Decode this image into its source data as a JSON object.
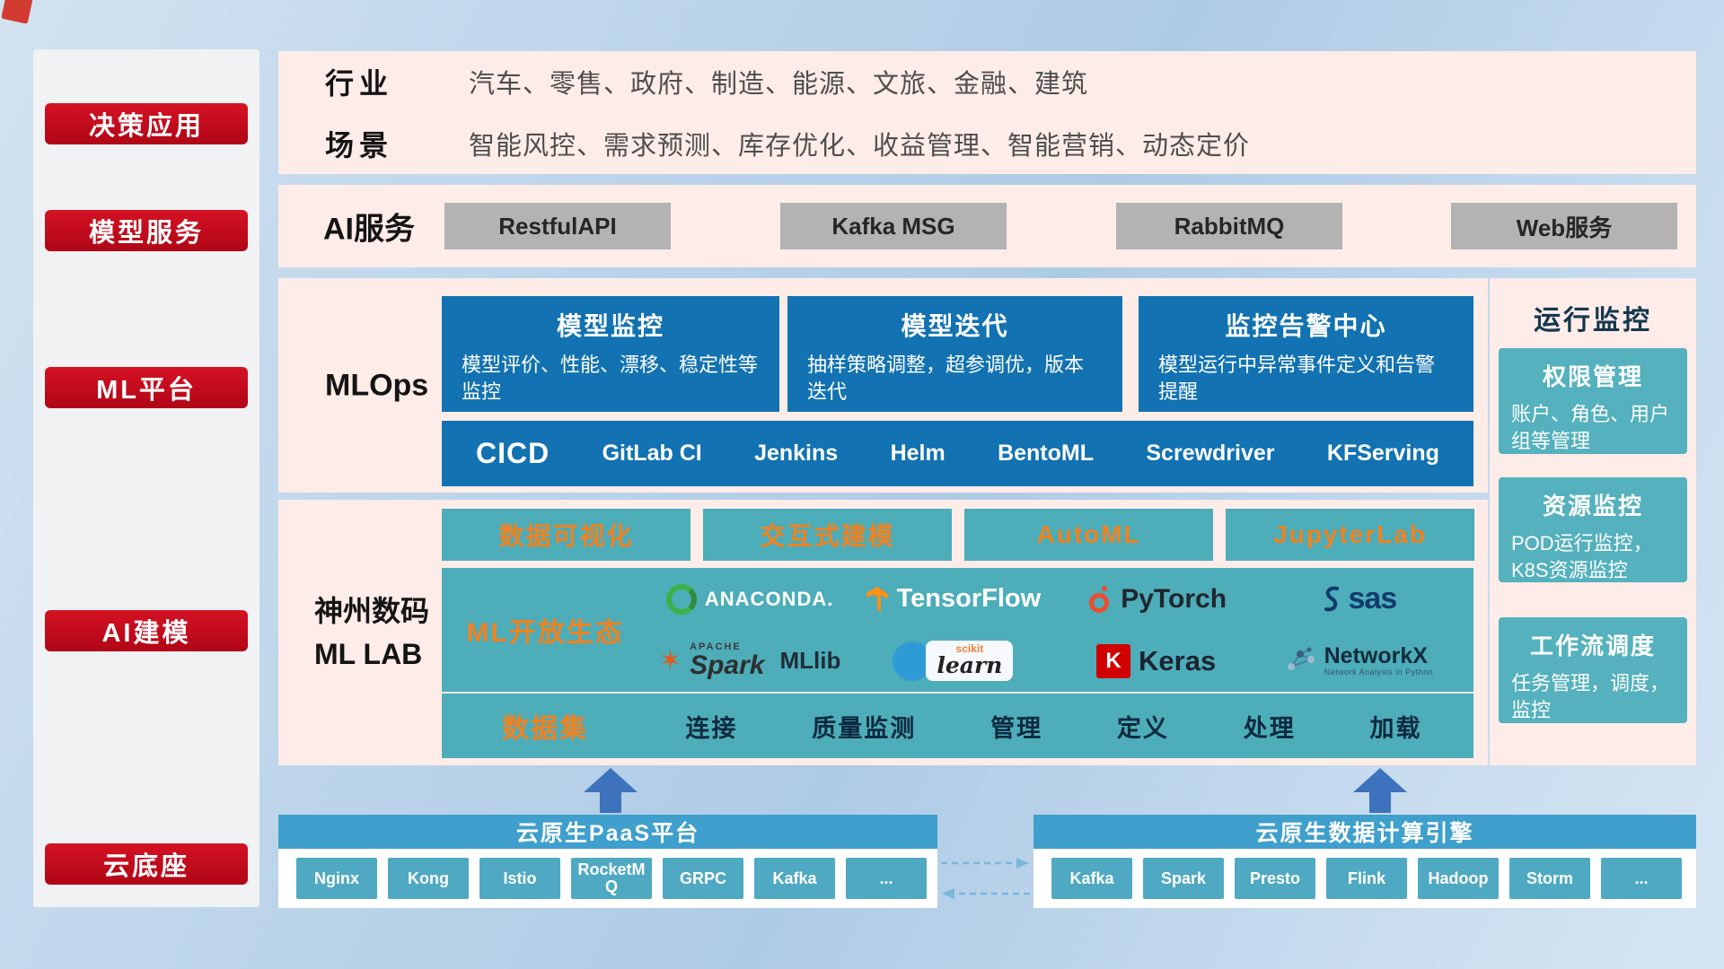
{
  "sidebar": {
    "items": [
      "决策应用",
      "模型服务",
      "ML平台",
      "AI建模",
      "云底座"
    ]
  },
  "industry": {
    "rows": [
      {
        "label": "行业",
        "text": "汽车、零售、政府、制造、能源、文旅、金融、建筑"
      },
      {
        "label": "场景",
        "text": "智能风控、需求预测、库存优化、收益管理、智能营销、动态定价"
      }
    ]
  },
  "ai_service": {
    "label": "AI服务",
    "buttons": [
      "RestfulAPI",
      "Kafka MSG",
      "RabbitMQ",
      "Web服务"
    ]
  },
  "mlops": {
    "label": "MLOps",
    "cards": [
      {
        "title": "模型监控",
        "desc": "模型评价、性能、漂移、稳定性等监控"
      },
      {
        "title": "模型迭代",
        "desc": "抽样策略调整，超参调优，版本迭代"
      },
      {
        "title": "监控告警中心",
        "desc": "模型运行中异常事件定义和告警提醒"
      }
    ],
    "cicd_label": "CICD",
    "cicd_items": [
      "GitLab CI",
      "Jenkins",
      "Helm",
      "BentoML",
      "Screwdriver",
      "KFServing"
    ]
  },
  "mllab": {
    "label_line1": "神州数码",
    "label_line2": "ML LAB",
    "top_buttons": [
      "数据可视化",
      "交互式建模",
      "AutoML",
      "JupyterLab"
    ],
    "ecosystem_label": "ML开放生态",
    "logos": {
      "anaconda": "ANACONDA.",
      "tensorflow": "TensorFlow",
      "pytorch": "PyTorch",
      "sas": "sas",
      "spark_apache": "APACHE",
      "spark": "Spark",
      "mllib": "MLlib",
      "scikit_top": "scikit",
      "scikit_learn": "learn",
      "keras_k": "K",
      "keras": "Keras",
      "networkx": "NetworkX",
      "networkx_sub": "Network Analysis in Python"
    },
    "dataset_label": "数据集",
    "dataset_items": [
      "连接",
      "质量监测",
      "管理",
      "定义",
      "处理",
      "加载"
    ]
  },
  "monitoring": {
    "title": "运行监控",
    "cards": [
      {
        "title": "权限管理",
        "desc": "账户、角色、用户组等管理"
      },
      {
        "title": "资源监控",
        "desc": "POD运行监控，K8S资源监控"
      },
      {
        "title": "工作流调度",
        "desc": "任务管理，调度，监控"
      }
    ]
  },
  "cloud": {
    "paas_title": "云原生PaaS平台",
    "paas_items": [
      "Nginx",
      "Kong",
      "Istio",
      "RocketMQ",
      "GRPC",
      "Kafka",
      "..."
    ],
    "engine_title": "云原生数据计算引擎",
    "engine_items": [
      "Kafka",
      "Spark",
      "Presto",
      "Flink",
      "Hadoop",
      "Storm",
      "..."
    ]
  },
  "colors": {
    "accent_red": "#c40d1e",
    "card_blue": "#1272b2",
    "teal": "#4dadb9",
    "panel_pink": "#fdece8",
    "bar_blue": "#3f9fcd",
    "chip_teal": "#4fa9c3",
    "orange": "#ef8322",
    "arrow_blue": "#3d72bc"
  }
}
